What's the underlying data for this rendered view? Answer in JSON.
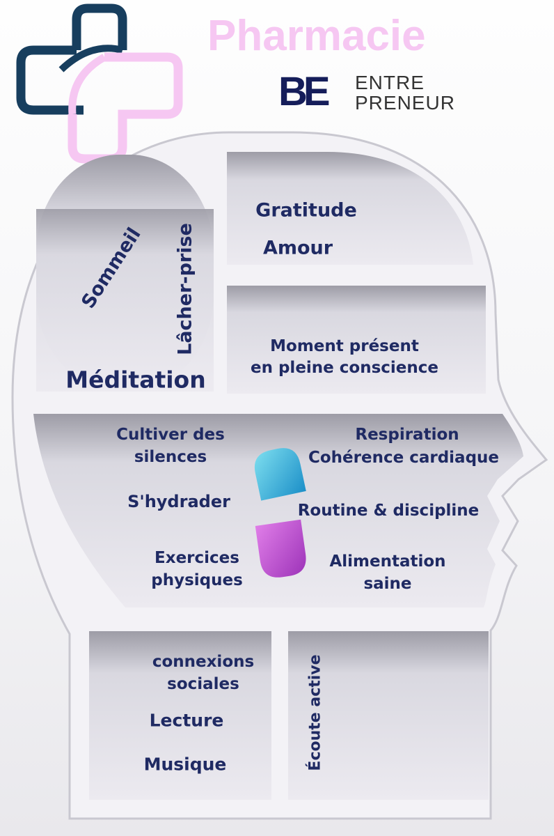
{
  "header": {
    "title": "Pharmacie",
    "brand_mark": "BE",
    "brand_line1": "ENTRE",
    "brand_line2": "PRENEUR"
  },
  "colors": {
    "text": "#1f2a63",
    "title_pink": "#f6c7f2",
    "cross_navy": "#173e5e",
    "pill_blue": "#27a9d6",
    "pill_purple": "#c050d0"
  },
  "compartments": {
    "top_left": {
      "sommeil": "Sommeil",
      "lacher_prise": "Lâcher-prise",
      "meditation": "Méditation"
    },
    "top_right_upper": {
      "gratitude": "Gratitude",
      "amour": "Amour"
    },
    "top_right_lower": {
      "line1": "Moment présent",
      "line2": "en pleine conscience"
    },
    "middle": {
      "cultiver1": "Cultiver des",
      "cultiver2": "silences",
      "respiration": "Respiration",
      "coherence": "Cohérence cardiaque",
      "hydrader": "S'hydrader",
      "routine": "Routine & discipline",
      "exercices1": "Exercices",
      "exercices2": "physiques",
      "alimentation1": "Alimentation",
      "alimentation2": "saine"
    },
    "bottom_left": {
      "connexions1": "connexions",
      "connexions2": "sociales",
      "lecture": "Lecture",
      "musique": "Musique"
    },
    "bottom_right": {
      "ecoute": "Écoute active"
    }
  }
}
